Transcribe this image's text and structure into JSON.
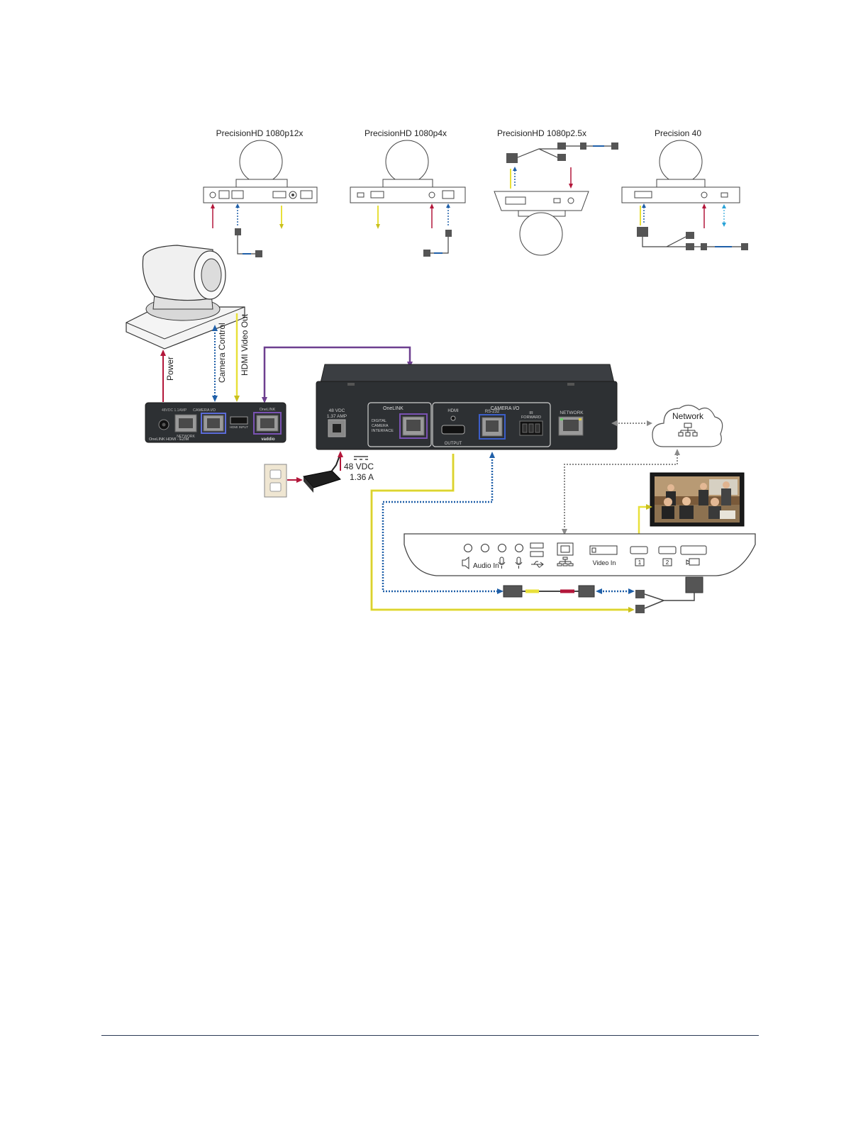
{
  "cameras": [
    {
      "label": "PrecisionHD 1080p12x"
    },
    {
      "label": "PrecisionHD 1080p4x"
    },
    {
      "label": "PrecisionHD 1080p2.5x"
    },
    {
      "label": "Precision 40"
    }
  ],
  "main_camera": {
    "power_label": "Power",
    "control_label": "Camera Control",
    "video_label": "HDMI Video Out"
  },
  "ezim": {
    "power_label": "48VDC\n1.1AMP",
    "camera_io_label": "CAMERA I/O",
    "network_label": "NETWORK",
    "hdmi_label": "HDMI INPUT",
    "onelink_label": "OneLINK",
    "model_label": "OneLINK HDMI - EZIM",
    "brand_label": "vaddio"
  },
  "bridge": {
    "power_label_1": "48 VDC",
    "power_label_2": "1.37 AMP",
    "onelink_label": "OneLINK",
    "dci_label_1": "DIGITAL",
    "dci_label_2": "CAMERA",
    "dci_label_3": "INTERFACE",
    "camera_io_label": "CAMERA I/O",
    "hdmi_label": "HDMI",
    "output_label": "OUTPUT",
    "rs232_label": "RS-232",
    "ir_label_1": "IR",
    "ir_label_2": "FORWARD",
    "network_label": "NETWORK"
  },
  "psu": {
    "voltage": "48 VDC",
    "current": "1.36 A"
  },
  "network": {
    "label": "Network"
  },
  "codec": {
    "audio_in_label": "Audio In",
    "video_in_label": "Video In",
    "output_1": "1",
    "output_2": "2"
  },
  "colors": {
    "power": "#b3173a",
    "control": "#1f5fa8",
    "video": "#e8e03a",
    "onelink": "#6d3f8f",
    "network": "#8a8a8a",
    "device_dark": "#2d3033"
  }
}
